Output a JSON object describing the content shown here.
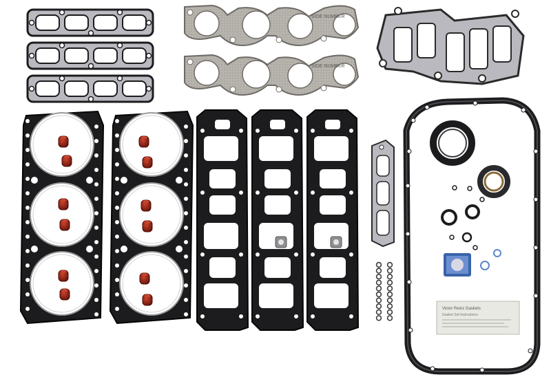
{
  "image": {
    "subject": "engine-gasket-set-product-photo",
    "background_color": "#ffffff"
  },
  "colors": {
    "black_gasket": "#1c1c1e",
    "black_gasket_edge": "#050505",
    "steel_gasket": "#b7b3ad",
    "steel_gasket_edge": "#6e6a66",
    "gray_gasket": "#b9b9bf",
    "valve_seal": "#8a1d12",
    "valve_seal_highlight": "#c8442d",
    "oring_blue": "#5b86c6",
    "sticker_blue": "#3a63a8",
    "label_paper": "#e9e9e4"
  },
  "stamps": {
    "exhaust_upper": "SIDE NUMBER",
    "exhaust_lower": "SIDE NUMBER"
  },
  "label": {
    "text_lines": [
      "Victor Reinz Gaskets",
      "Gasket Set Instructions"
    ]
  },
  "parts": {
    "intake_plenum_gaskets": 3,
    "exhaust_manifold_gaskets": 2,
    "head_gaskets": 2,
    "intake_manifold_gaskets": 3,
    "valve_stem_seals": 12,
    "small_orings": 20
  }
}
